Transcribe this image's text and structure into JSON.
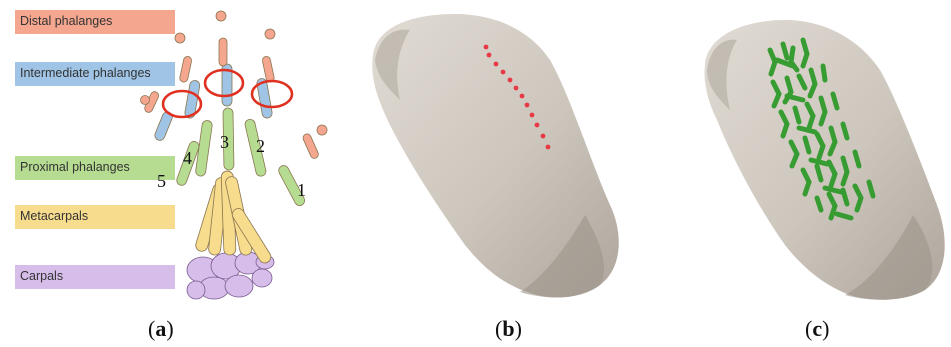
{
  "legend": [
    {
      "label": "Distal phalanges",
      "color": "#f4a68f"
    },
    {
      "label": "Intermediate phalanges",
      "color": "#9fc4e5"
    },
    {
      "label": "Proximal phalanges",
      "color": "#b6dc92"
    },
    {
      "label": "Metacarpals",
      "color": "#f6dc8c"
    },
    {
      "label": "Carpals",
      "color": "#d6bdea"
    }
  ],
  "finger_numbers": [
    "1",
    "2",
    "3",
    "4",
    "5"
  ],
  "captions": {
    "a": {
      "open": "(",
      "letter": "a",
      "close": ")"
    },
    "b": {
      "open": "(",
      "letter": "b",
      "close": ")"
    },
    "c": {
      "open": "(",
      "letter": "c",
      "close": ")"
    }
  },
  "colors": {
    "highlight_circle": "#e03020",
    "bone_model": "#cdc6bd",
    "red_markers": "#e83a45",
    "green_pattern": "#2f9a2a"
  }
}
